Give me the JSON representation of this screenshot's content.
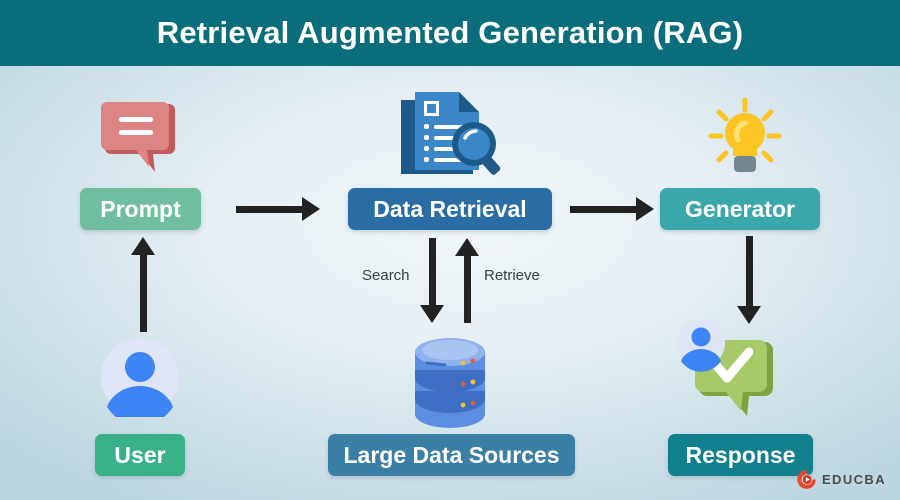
{
  "header": {
    "title": "Retrieval Augmented Generation (RAG)",
    "bg_color": "#0a6d7b",
    "text_color": "#ffffff"
  },
  "background": {
    "center_color": "#f0f6f9",
    "edge_color": "#bcd6e0"
  },
  "nodes": [
    {
      "id": "prompt",
      "label": "Prompt",
      "box_color": "#6fbf9f",
      "text_color": "#ffffff",
      "icon": "speech-bubble-icon",
      "icon_color": "#d97b7b"
    },
    {
      "id": "data-retrieval",
      "label": "Data Retrieval",
      "box_color": "#2a6da4",
      "text_color": "#ffffff",
      "icon": "document-search-icon",
      "icon_color": "#3b87c9"
    },
    {
      "id": "generator",
      "label": "Generator",
      "box_color": "#3aa8ab",
      "text_color": "#ffffff",
      "icon": "lightbulb-icon",
      "icon_color": "#ffc societ"
    },
    {
      "id": "user",
      "label": "User",
      "box_color": "#39b187",
      "text_color": "#ffffff",
      "icon": "user-avatar-icon",
      "icon_color": "#3d85f5"
    },
    {
      "id": "large-data-sources",
      "label": "Large Data Sources",
      "box_color": "#3a7fa6",
      "text_color": "#ffffff",
      "icon": "database-icon",
      "icon_color": "#5b8ee0"
    },
    {
      "id": "response",
      "label": "Response",
      "box_color": "#11808c",
      "text_color": "#ffffff",
      "icon": "response-bubble-check-icon",
      "icon_color": "#a6c96a"
    }
  ],
  "flow_labels": {
    "search": "Search",
    "retrieve": "Retrieve"
  },
  "arrows": [
    {
      "id": "user-to-prompt",
      "direction": "up"
    },
    {
      "id": "prompt-to-data-retrieval",
      "direction": "right"
    },
    {
      "id": "data-retrieval-to-sources",
      "direction": "down",
      "label": "Search"
    },
    {
      "id": "sources-to-data-retrieval",
      "direction": "up",
      "label": "Retrieve"
    },
    {
      "id": "data-retrieval-to-generator",
      "direction": "right"
    },
    {
      "id": "generator-to-response",
      "direction": "down"
    }
  ],
  "branding": {
    "name": "EDUCBA",
    "mark_color": "#e8472f",
    "text_color": "#4c4c4c"
  }
}
